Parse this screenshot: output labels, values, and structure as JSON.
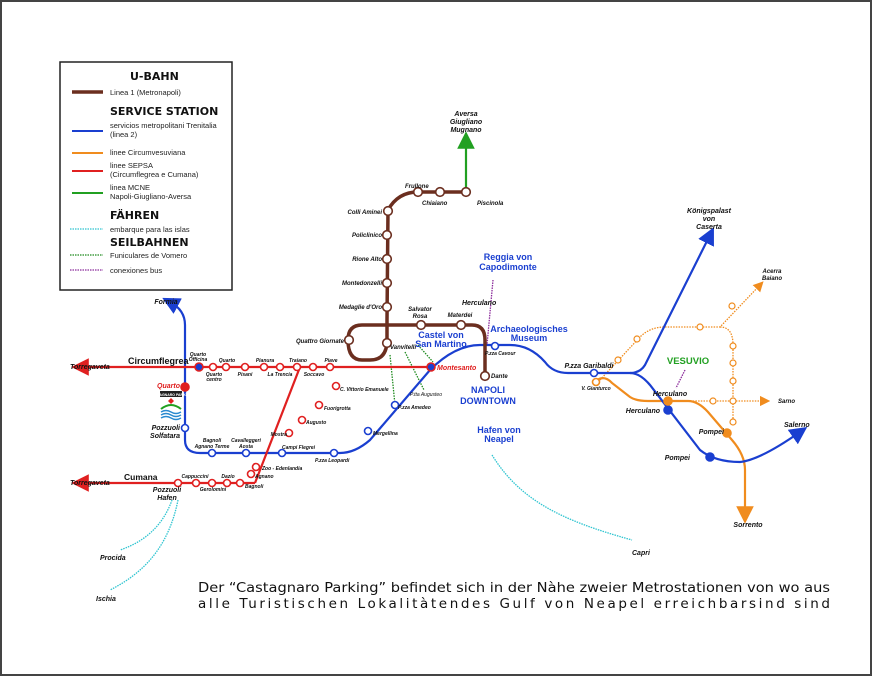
{
  "legend": {
    "ubahn_title": "U-BAHN",
    "linea1": "Linea 1 (Metronapoli)",
    "service_title": "SERVICE STATION",
    "trenitalia_1": "servicios metropolitani Trenitalia",
    "trenitalia_2": "(linea 2)",
    "circumvesuviana": "linee Circumvesuviana",
    "sepsa_1": "linee SEPSA",
    "sepsa_2": "(Circumflegrea e Cumana)",
    "mcne_1": "linea MCNE",
    "mcne_2": "Napoli-Giugliano-Aversa",
    "faehren_title": "FÄHREN",
    "ferry": "embarque para las islas",
    "seilbahnen_title": "SEILBAHNEN",
    "funicular": "Funiculares de Vomero",
    "bus": "conexiones bus"
  },
  "colors": {
    "linea1": "#6b2e1f",
    "trenitalia": "#1a3fd0",
    "circumvesuviana": "#f08c1e",
    "sepsa": "#e02020",
    "mcne": "#21a021",
    "ferry": "#2ec4d0",
    "funicular": "#1e8a1e",
    "bus": "#8a2a9a"
  },
  "stations": {
    "aversa_1": "Aversa",
    "aversa_2": "Giugliano",
    "aversa_3": "Mugnano",
    "frullone": "Frullone",
    "chiaiano": "Chiaiano",
    "piscinola": "Piscinola",
    "colli_aminei": "Colli Aminei",
    "policlinico": "Policlinico",
    "rione_alto": "Rione Alto",
    "montedonzelli": "Montedonzelli",
    "medaglie": "Medaglie d'Oro",
    "salvator_1": "Salvator",
    "salvator_2": "Rosa",
    "materdei": "Materdei",
    "herculano_top": "Herculano",
    "quattro_giornate": "Quattro Giornate",
    "vanvitelli": "Vanvitelli",
    "dante": "Dante",
    "pzza_cavour": "P.zza Cavour",
    "montesanto": "Montesanto",
    "pzza_amedeo": "P.zza Amedeo",
    "ptta_augusteo": "P.tta Augusteo",
    "mergellina": "Mergellina",
    "pzza_leopardi": "P.zza Leopardi",
    "campi_flegrei": "Campi Flegrei",
    "cavalleggeri_1": "Cavalleggeri",
    "cavalleggeri_2": "Aosta",
    "bagnoli_at_1": "Bagnoli",
    "bagnoli_at_2": "Agnano Terme",
    "pozzuoli_solf_1": "Pozzuoli",
    "pozzuoli_solf_2": "Solfatara",
    "quarto": "Quarto",
    "formia": "Formia",
    "circumflegrea": "Circumflegrea",
    "torregaveta_1": "Torregaveta",
    "quarto_officina_1": "Quarto",
    "quarto_officina_2": "Officina",
    "quarto_centro_1": "Quarto",
    "quarto_centro_2": "centro",
    "quarto2": "Quarto",
    "pisani": "Pisani",
    "pianura": "Pianura",
    "la_trencia": "La Trencia",
    "traiano": "Traiano",
    "soccavo": "Soccavo",
    "piave": "Piave",
    "c_vittorio": "C. Vittorio Emanuele",
    "fuorigrotta": "Fuorigrotta",
    "augusto": "Augusto",
    "mostra": "Mostra",
    "zoo": "Zoo - Edenlandia",
    "agnano": "Agnano",
    "bagnoli": "Bagnoli",
    "dazio": "Dazio",
    "gerolomini": "Gerolomini",
    "cappuccini": "Cappuccini",
    "cumana": "Cumana",
    "torregaveta_2": "Torregaveta",
    "pozzuoli_hafen_1": "Pozzuoli",
    "pozzuoli_hafen_2": "Hafen",
    "procida": "Procida",
    "ischia": "Ischia",
    "capri": "Capri",
    "pzza_garibaldi": "P.zza Garibaldi",
    "v_gianturco": "V. Gianturco",
    "caserta_1": "Königspalast",
    "caserta_2": "von",
    "caserta_3": "Caserta",
    "acerra_1": "Acerra",
    "acerra_2": "Baiano",
    "sarno": "Sarno",
    "herculano_cv": "Herculano",
    "herculano_fs": "Herculano",
    "pompei_cv": "Pompei",
    "pompei_fs": "Pompei",
    "salerno": "Salerno",
    "sorrento": "Sorrento"
  },
  "landmarks": {
    "reggia_1": "Reggia von",
    "reggia_2": "Capodimonte",
    "castel_1": "Castel von",
    "castel_2": "San Martino",
    "museum_1": "Archaeologisches",
    "museum_2": "Museum",
    "napoli_1": "NAPOLI",
    "napoli_2": "DOWNTOWN",
    "hafen_1": "Hafen von",
    "hafen_2": "Neapel",
    "vesuvio": "VESUVIO",
    "parking_label": "CASTAGNARO PARKING"
  },
  "caption": {
    "line1": "Der “Castagnaro Parking” befindet sich in der Nàhe zweier Metrostationen von wo aus",
    "line2": "alle  Turistischen  Lokalitàtendes  Gulf  von  Neapel  erreichbarsind  sind"
  }
}
